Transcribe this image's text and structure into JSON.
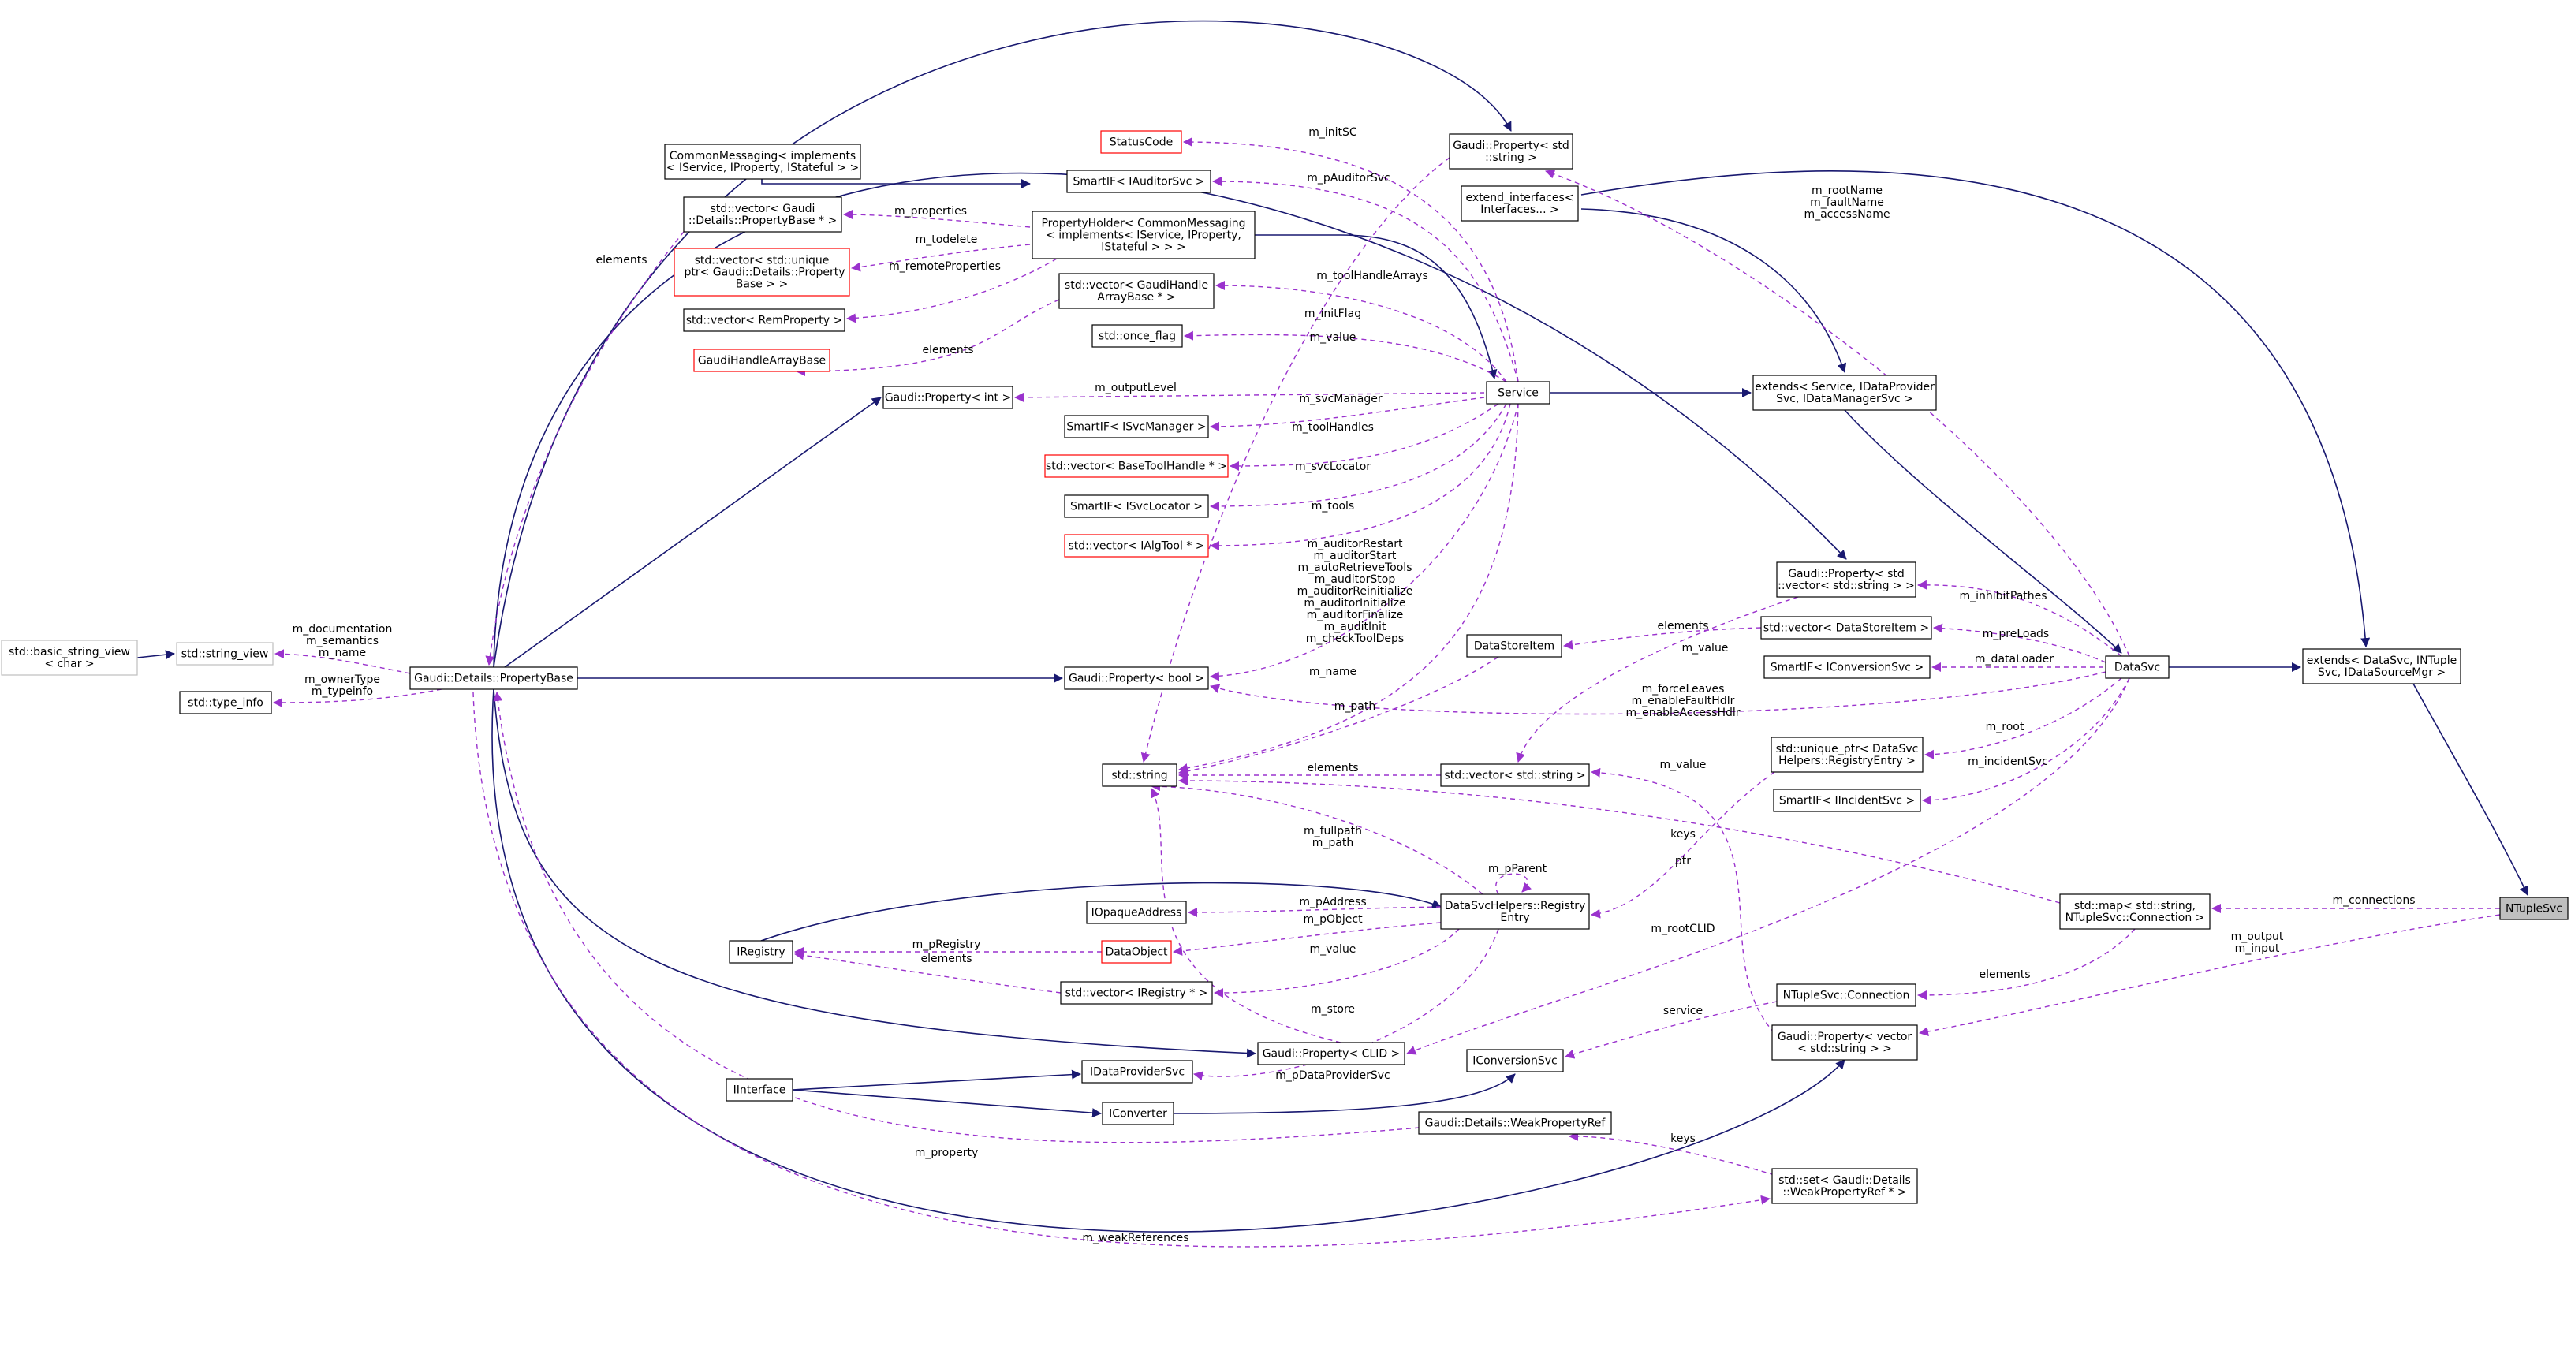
{
  "nodes": [
    {
      "id": "StatusCode",
      "lines": [
        "StatusCode"
      ],
      "style": "red"
    },
    {
      "id": "GPString",
      "lines": [
        "Gaudi::Property< std",
        "::string >"
      ]
    },
    {
      "id": "CommonMessaging",
      "lines": [
        "CommonMessaging< implements",
        "< IService, IProperty, IStateful > >"
      ]
    },
    {
      "id": "SmartIFAuditor",
      "lines": [
        "SmartIF< IAuditorSvc >"
      ]
    },
    {
      "id": "ExtendInterfaces",
      "lines": [
        "extend_interfaces<",
        "Interfaces... >"
      ]
    },
    {
      "id": "VecPropBase",
      "lines": [
        "std::vector< Gaudi",
        "::Details::PropertyBase * >"
      ]
    },
    {
      "id": "PropertyHolder",
      "lines": [
        "PropertyHolder< CommonMessaging",
        "< implements< IService, IProperty,",
        "IStateful > > >"
      ]
    },
    {
      "id": "VecUniquePtr",
      "lines": [
        "std::vector< std::unique",
        "_ptr< Gaudi::Details::Property",
        "Base > >"
      ],
      "style": "red"
    },
    {
      "id": "VecGaudiHandle",
      "lines": [
        "std::vector< GaudiHandle",
        "ArrayBase * >"
      ]
    },
    {
      "id": "VecRemProperty",
      "lines": [
        "std::vector< RemProperty >"
      ]
    },
    {
      "id": "OnceFlag",
      "lines": [
        "std::once_flag"
      ]
    },
    {
      "id": "GaudiHandleArrayBase",
      "lines": [
        "GaudiHandleArrayBase"
      ],
      "style": "red"
    },
    {
      "id": "GPInt",
      "lines": [
        "Gaudi::Property< int >"
      ]
    },
    {
      "id": "Service",
      "lines": [
        "Service"
      ]
    },
    {
      "id": "ExtendsService",
      "lines": [
        "extends< Service, IDataProvider",
        "Svc, IDataManagerSvc >"
      ]
    },
    {
      "id": "SmartIFSvcMgr",
      "lines": [
        "SmartIF< ISvcManager >"
      ]
    },
    {
      "id": "VecBaseToolHandle",
      "lines": [
        "std::vector< BaseToolHandle * >"
      ],
      "style": "red"
    },
    {
      "id": "SmartIFSvcLocator",
      "lines": [
        "SmartIF< ISvcLocator >"
      ]
    },
    {
      "id": "VecIAlgTool",
      "lines": [
        "std::vector< IAlgTool * >"
      ],
      "style": "red"
    },
    {
      "id": "GPVecString",
      "lines": [
        "Gaudi::Property< std",
        "::vector< std::string > >"
      ]
    },
    {
      "id": "BasicStringView",
      "lines": [
        "std::basic_string_view",
        "< char >"
      ],
      "style": "gray"
    },
    {
      "id": "StringView",
      "lines": [
        "std::string_view"
      ],
      "style": "gray"
    },
    {
      "id": "PropertyBase",
      "lines": [
        "Gaudi::Details::PropertyBase"
      ]
    },
    {
      "id": "TypeInfo",
      "lines": [
        "std::type_info"
      ]
    },
    {
      "id": "DataStoreItem",
      "lines": [
        "DataStoreItem"
      ]
    },
    {
      "id": "VecDataStoreItem",
      "lines": [
        "std::vector< DataStoreItem >"
      ]
    },
    {
      "id": "DataSvc",
      "lines": [
        "DataSvc"
      ]
    },
    {
      "id": "ExtendsDataSvc",
      "lines": [
        "extends< DataSvc, INTuple",
        "Svc, IDataSourceMgr >"
      ]
    },
    {
      "id": "SmartIFConversion",
      "lines": [
        "SmartIF< IConversionSvc >"
      ]
    },
    {
      "id": "GPBool",
      "lines": [
        "Gaudi::Property< bool >"
      ]
    },
    {
      "id": "UniquePtrRegistry",
      "lines": [
        "std::unique_ptr< DataSvc",
        "Helpers::RegistryEntry >"
      ]
    },
    {
      "id": "StdString",
      "lines": [
        "std::string"
      ]
    },
    {
      "id": "VecString",
      "lines": [
        "std::vector< std::string >"
      ]
    },
    {
      "id": "SmartIFIncident",
      "lines": [
        "SmartIF< IIncidentSvc >"
      ]
    },
    {
      "id": "IOpaqueAddress",
      "lines": [
        "IOpaqueAddress"
      ]
    },
    {
      "id": "RegistryEntry",
      "lines": [
        "DataSvcHelpers::Registry",
        "Entry"
      ]
    },
    {
      "id": "MapConnection",
      "lines": [
        "std::map< std::string,",
        "NTupleSvc::Connection >"
      ]
    },
    {
      "id": "NTupleSvc",
      "lines": [
        "NTupleSvc"
      ],
      "style": "focus"
    },
    {
      "id": "IRegistry",
      "lines": [
        "IRegistry"
      ]
    },
    {
      "id": "DataObject",
      "lines": [
        "DataObject"
      ],
      "style": "red"
    },
    {
      "id": "VecIRegistry",
      "lines": [
        "std::vector< IRegistry * >"
      ]
    },
    {
      "id": "NTupleConnection",
      "lines": [
        "NTupleSvc::Connection"
      ]
    },
    {
      "id": "GPCLID",
      "lines": [
        "Gaudi::Property< CLID >"
      ]
    },
    {
      "id": "GPVecStringRef",
      "lines": [
        "Gaudi::Property< vector",
        "< std::string > >"
      ]
    },
    {
      "id": "IConversionSvc",
      "lines": [
        "IConversionSvc"
      ]
    },
    {
      "id": "IDataProviderSvc",
      "lines": [
        "IDataProviderSvc"
      ]
    },
    {
      "id": "IInterface",
      "lines": [
        "IInterface"
      ]
    },
    {
      "id": "IConverter",
      "lines": [
        "IConverter"
      ]
    },
    {
      "id": "WeakPropertyRef",
      "lines": [
        "Gaudi::Details::WeakPropertyRef"
      ]
    },
    {
      "id": "SetWeakRef",
      "lines": [
        "std::set< Gaudi::Details",
        "::WeakPropertyRef * >"
      ]
    }
  ],
  "edges": [
    {
      "kind": "inherit",
      "from": "CommonMessaging",
      "to": "PropertyHolder",
      "labels": []
    },
    {
      "kind": "inherit",
      "from": "PropertyHolder",
      "to": "Service",
      "labels": []
    },
    {
      "kind": "inherit",
      "from": "Service",
      "to": "ExtendsService",
      "labels": []
    },
    {
      "kind": "inherit",
      "from": "ExtendInterfaces",
      "to": "ExtendsService",
      "labels": []
    },
    {
      "kind": "inherit",
      "from": "ExtendsService",
      "to": "DataSvc",
      "labels": []
    },
    {
      "kind": "inherit",
      "from": "DataSvc",
      "to": "ExtendsDataSvc",
      "labels": []
    },
    {
      "kind": "inherit",
      "from": "ExtendInterfaces",
      "to": "ExtendsDataSvc",
      "labels": []
    },
    {
      "kind": "inherit",
      "from": "ExtendsDataSvc",
      "to": "NTupleSvc",
      "labels": []
    },
    {
      "kind": "inherit",
      "from": "BasicStringView",
      "to": "StringView",
      "labels": []
    },
    {
      "kind": "inherit",
      "from": "PropertyBase",
      "to": "GPInt",
      "labels": []
    },
    {
      "kind": "inherit",
      "from": "PropertyBase",
      "to": "GPBool",
      "labels": []
    },
    {
      "kind": "inherit",
      "from": "PropertyBase",
      "to": "GPString",
      "labels": []
    },
    {
      "kind": "inherit",
      "from": "PropertyBase",
      "to": "GPVecString",
      "labels": []
    },
    {
      "kind": "inherit",
      "from": "PropertyBase",
      "to": "GPCLID",
      "labels": []
    },
    {
      "kind": "inherit",
      "from": "PropertyBase",
      "to": "GPVecStringRef",
      "labels": []
    },
    {
      "kind": "inherit",
      "from": "IRegistry",
      "to": "RegistryEntry",
      "labels": []
    },
    {
      "kind": "inherit",
      "from": "IInterface",
      "to": "IDataProviderSvc",
      "labels": []
    },
    {
      "kind": "inherit",
      "from": "IInterface",
      "to": "IConverter",
      "labels": []
    },
    {
      "kind": "inherit",
      "from": "IConverter",
      "to": "IConversionSvc",
      "labels": []
    },
    {
      "kind": "use",
      "from": "Service",
      "to": "StatusCode",
      "labels": [
        "m_initSC"
      ]
    },
    {
      "kind": "use",
      "from": "Service",
      "to": "SmartIFAuditor",
      "labels": [
        "m_pAuditorSvc"
      ]
    },
    {
      "kind": "use",
      "from": "Service",
      "to": "VecGaudiHandle",
      "labels": [
        "m_toolHandleArrays"
      ]
    },
    {
      "kind": "use",
      "from": "Service",
      "to": "OnceFlag",
      "labels": [
        "m_initFlag"
      ]
    },
    {
      "kind": "use",
      "from": "Service",
      "to": "GPInt",
      "labels": [
        "m_outputLevel"
      ]
    },
    {
      "kind": "use",
      "from": "Service",
      "to": "SmartIFSvcMgr",
      "labels": [
        "m_svcManager"
      ]
    },
    {
      "kind": "use",
      "from": "Service",
      "to": "VecBaseToolHandle",
      "labels": [
        "m_toolHandles"
      ]
    },
    {
      "kind": "use",
      "from": "Service",
      "to": "SmartIFSvcLocator",
      "labels": [
        "m_svcLocator"
      ]
    },
    {
      "kind": "use",
      "from": "Service",
      "to": "VecIAlgTool",
      "labels": [
        "m_tools"
      ]
    },
    {
      "kind": "use",
      "from": "Service",
      "to": "GPBool",
      "labels": [
        "m_auditorRestart",
        "m_auditorStart",
        "m_autoRetrieveTools",
        "m_auditorStop",
        "m_auditorReinitialize",
        "m_auditorInitialize",
        "m_auditorFinalize",
        "m_auditInit",
        "m_checkToolDeps"
      ]
    },
    {
      "kind": "use",
      "from": "Service",
      "to": "StdString",
      "labels": [
        "m_name"
      ]
    },
    {
      "kind": "use",
      "from": "GPString",
      "to": "StdString",
      "labels": [
        "m_value"
      ]
    },
    {
      "kind": "use",
      "from": "PropertyHolder",
      "to": "VecPropBase",
      "labels": [
        "m_properties"
      ]
    },
    {
      "kind": "use",
      "from": "PropertyHolder",
      "to": "VecUniquePtr",
      "labels": [
        "m_todelete"
      ]
    },
    {
      "kind": "use",
      "from": "PropertyHolder",
      "to": "VecRemProperty",
      "labels": [
        "m_remoteProperties"
      ]
    },
    {
      "kind": "use",
      "from": "VecGaudiHandle",
      "to": "GaudiHandleArrayBase",
      "labels": [
        "elements"
      ]
    },
    {
      "kind": "use",
      "from": "VecPropBase",
      "to": "PropertyBase",
      "labels": [
        "elements"
      ]
    },
    {
      "kind": "use",
      "from": "PropertyBase",
      "to": "StringView",
      "labels": [
        "m_documentation",
        "m_semantics",
        "m_name"
      ]
    },
    {
      "kind": "use",
      "from": "PropertyBase",
      "to": "TypeInfo",
      "labels": [
        "m_ownerType",
        "m_typeinfo"
      ]
    },
    {
      "kind": "use",
      "from": "DataSvc",
      "to": "GPString",
      "labels": [
        "m_rootName",
        "m_faultName",
        "m_accessName"
      ]
    },
    {
      "kind": "use",
      "from": "DataSvc",
      "to": "GPVecString",
      "labels": [
        "m_inhibitPathes"
      ]
    },
    {
      "kind": "use",
      "from": "DataSvc",
      "to": "VecDataStoreItem",
      "labels": [
        "m_preLoads"
      ]
    },
    {
      "kind": "use",
      "from": "DataSvc",
      "to": "SmartIFConversion",
      "labels": [
        "m_dataLoader"
      ]
    },
    {
      "kind": "use",
      "from": "DataSvc",
      "to": "GPBool",
      "labels": [
        "m_forceLeaves",
        "m_enableFaultHdlr",
        "m_enableAccessHdlr"
      ]
    },
    {
      "kind": "use",
      "from": "DataSvc",
      "to": "UniquePtrRegistry",
      "labels": [
        "m_root"
      ]
    },
    {
      "kind": "use",
      "from": "DataSvc",
      "to": "SmartIFIncident",
      "labels": [
        "m_incidentSvc"
      ]
    },
    {
      "kind": "use",
      "from": "DataSvc",
      "to": "GPCLID",
      "labels": [
        "m_rootCLID"
      ]
    },
    {
      "kind": "use",
      "from": "VecDataStoreItem",
      "to": "DataStoreItem",
      "labels": [
        "elements"
      ]
    },
    {
      "kind": "use",
      "from": "GPVecString",
      "to": "VecString",
      "labels": [
        "m_value"
      ]
    },
    {
      "kind": "use",
      "from": "DataStoreItem",
      "to": "StdString",
      "labels": [
        "m_path"
      ]
    },
    {
      "kind": "use",
      "from": "VecString",
      "to": "StdString",
      "labels": [
        "elements"
      ]
    },
    {
      "kind": "use",
      "from": "RegistryEntry",
      "to": "StdString",
      "labels": [
        "m_fullpath",
        "m_path"
      ]
    },
    {
      "kind": "use",
      "from": "RegistryEntry",
      "to": "RegistryEntry",
      "labels": [
        "m_pParent"
      ]
    },
    {
      "kind": "use",
      "from": "RegistryEntry",
      "to": "IOpaqueAddress",
      "labels": [
        "m_pAddress"
      ]
    },
    {
      "kind": "use",
      "from": "RegistryEntry",
      "to": "DataObject",
      "labels": [
        "m_pObject"
      ]
    },
    {
      "kind": "use",
      "from": "RegistryEntry",
      "to": "VecIRegistry",
      "labels": [
        "m_store"
      ]
    },
    {
      "kind": "use",
      "from": "RegistryEntry",
      "to": "IDataProviderSvc",
      "labels": [
        "m_pDataProviderSvc"
      ]
    },
    {
      "kind": "use",
      "from": "UniquePtrRegistry",
      "to": "RegistryEntry",
      "labels": [
        "ptr"
      ]
    },
    {
      "kind": "use",
      "from": "DataObject",
      "to": "IRegistry",
      "labels": [
        "m_pRegistry"
      ]
    },
    {
      "kind": "use",
      "from": "VecIRegistry",
      "to": "IRegistry",
      "labels": [
        "elements"
      ]
    },
    {
      "kind": "use",
      "from": "GPCLID",
      "to": "StdString",
      "labels": [
        "m_value"
      ]
    },
    {
      "kind": "use",
      "from": "MapConnection",
      "to": "StdString",
      "labels": [
        "keys"
      ]
    },
    {
      "kind": "use",
      "from": "MapConnection",
      "to": "NTupleConnection",
      "labels": [
        "elements"
      ]
    },
    {
      "kind": "use",
      "from": "NTupleSvc",
      "to": "MapConnection",
      "labels": [
        "m_connections"
      ]
    },
    {
      "kind": "use",
      "from": "NTupleSvc",
      "to": "GPVecStringRef",
      "labels": [
        "m_output",
        "m_input"
      ]
    },
    {
      "kind": "use",
      "from": "GPVecStringRef",
      "to": "VecString",
      "labels": [
        "m_value"
      ]
    },
    {
      "kind": "use",
      "from": "NTupleConnection",
      "to": "IConversionSvc",
      "labels": [
        "service"
      ]
    },
    {
      "kind": "use",
      "from": "WeakPropertyRef",
      "to": "PropertyBase",
      "labels": [
        "m_property"
      ]
    },
    {
      "kind": "use",
      "from": "SetWeakRef",
      "to": "WeakPropertyRef",
      "labels": [
        "keys"
      ]
    },
    {
      "kind": "use",
      "from": "PropertyBase",
      "to": "SetWeakRef",
      "labels": [
        "m_weakReferences"
      ]
    }
  ]
}
